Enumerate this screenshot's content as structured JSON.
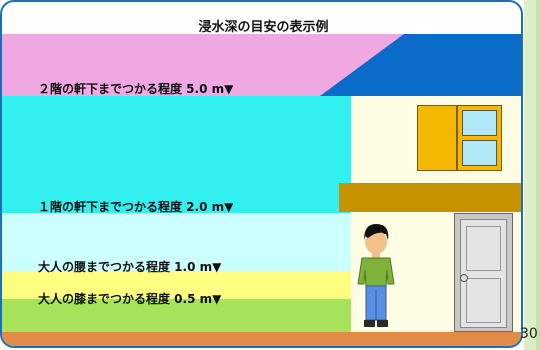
{
  "title": "浸水深の目安の表示例",
  "levels": [
    {
      "label": "２階の軒下までつかる程度 5.0 m▼",
      "depth_m": 5.0,
      "color": "#f0a8e3"
    },
    {
      "label": "１階の軒下までつかる程度 2.0 m▼",
      "depth_m": 2.0,
      "color": "#33f0f0"
    },
    {
      "label": "大人の腰までつかる程度 1.0 m▼",
      "depth_m": 1.0,
      "color": "#ccffff"
    },
    {
      "label": "大人の膝までつかる程度 0.5 m▼",
      "depth_m": 0.5,
      "color": "#fdff80"
    }
  ],
  "colors": {
    "border": "#1d6fb5",
    "roof": "#0a6cc8",
    "wall": "#fffde6",
    "eave": "#c69200",
    "window": "#f4b800",
    "glass": "#b0e8f8",
    "door": "#d8d8d8",
    "ground": "#e38b48",
    "green_band": "#a6e35a"
  },
  "page_number": "30"
}
